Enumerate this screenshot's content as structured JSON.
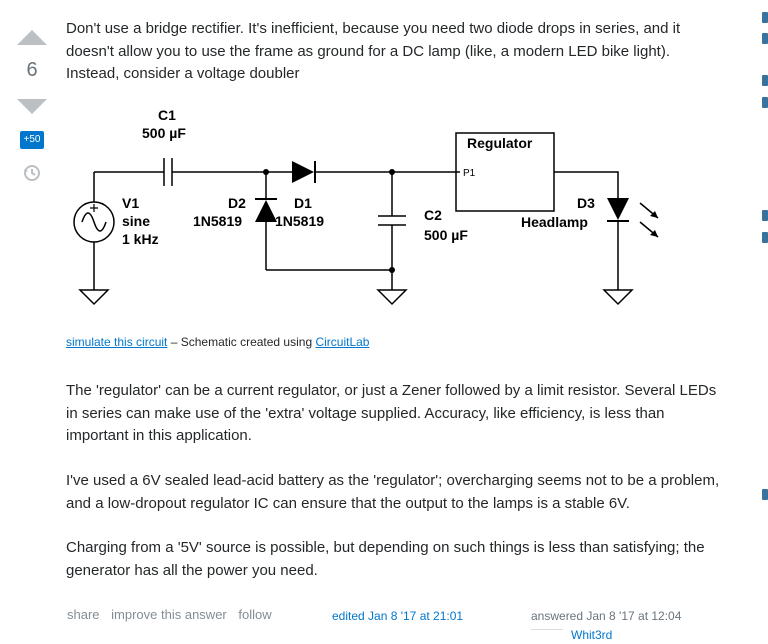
{
  "vote": {
    "count": "6",
    "bounty": "+50",
    "history_icon": "history-icon"
  },
  "post": {
    "paragraph1": "Don't use a bridge rectifier. It's inefficient, because you need two diode drops in series, and it doesn't allow you to use the frame as ground for a DC lamp (like, a modern LED bike light). Instead, consider a voltage doubler",
    "paragraph2": "The 'regulator' can be a current regulator, or just a Zener followed by a limit resistor. Several LEDs in series can make use of the 'extra' voltage supplied. Accuracy, like efficiency, is less than important in this application.",
    "paragraph3": "I've used a 6V sealed lead-acid battery as the 'regulator'; overcharging seems not to be a problem, and a low-dropout regulator IC can ensure that the output to the lamps is a stable 6V.",
    "paragraph4": "Charging from a '5V' source is possible, but depending on such things is less than satisfying; the generator has all the power you need."
  },
  "schematic": {
    "c1_name": "C1",
    "c1_value": "500 µF",
    "v1_name": "V1",
    "v1_type": "sine",
    "v1_freq": "1 kHz",
    "d2_name": "D2",
    "d2_part": "1N5819",
    "d1_name": "D1",
    "d1_part": "1N5819",
    "c2_name": "C2",
    "c2_value": "500 µF",
    "reg_name": "Regulator",
    "reg_pin": "P1",
    "d3_name": "D3",
    "d3_label": "Headlamp"
  },
  "caption": {
    "link": "simulate this circuit",
    "text": " – Schematic created using ",
    "tool": "CircuitLab"
  },
  "footer": {
    "share": "share",
    "improve": "improve this answer",
    "follow": "follow",
    "edited": "edited Jan 8 '17 at 21:01",
    "answered": "answered Jan 8 '17 at 12:04",
    "user": "Whit3rd"
  },
  "colors": {
    "link": "#0077cc",
    "vote_arrow": "#bbc0c4",
    "bounty_bg": "#0077cc"
  }
}
